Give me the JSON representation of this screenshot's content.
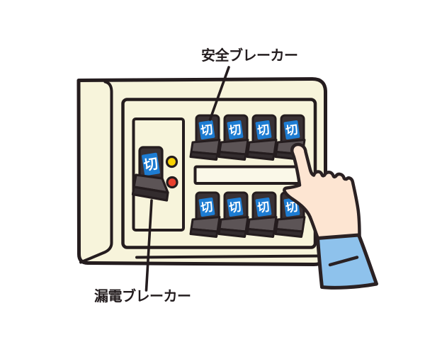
{
  "annotations": {
    "safety_breaker": "安全ブレーカー",
    "leakage_breaker": "漏電ブレーカー"
  },
  "panel": {
    "switch_state_label": "切",
    "safety_breaker_count": 8,
    "top_row_count": 4,
    "bottom_row_count": 4,
    "indicator_lights": [
      {
        "name": "yellow-indicator-light",
        "color": "#f7d100"
      },
      {
        "name": "red-indicator-light",
        "color": "#e8402d"
      }
    ]
  },
  "colors": {
    "background": "#ffffff",
    "panel_body": "#f7f4db",
    "label_strip": "#faf8e8",
    "outline": "#241c1e",
    "breaker_body": "#393134",
    "breaker_lever_face": "#5c5456",
    "breaker_lever_front": "#332c2e",
    "breaker_label_blue": "#1d7cd2",
    "breaker_label_text": "#ffffff",
    "hand_skin": "#fde5d2",
    "sleeve_blue": "#8ec2ec"
  }
}
